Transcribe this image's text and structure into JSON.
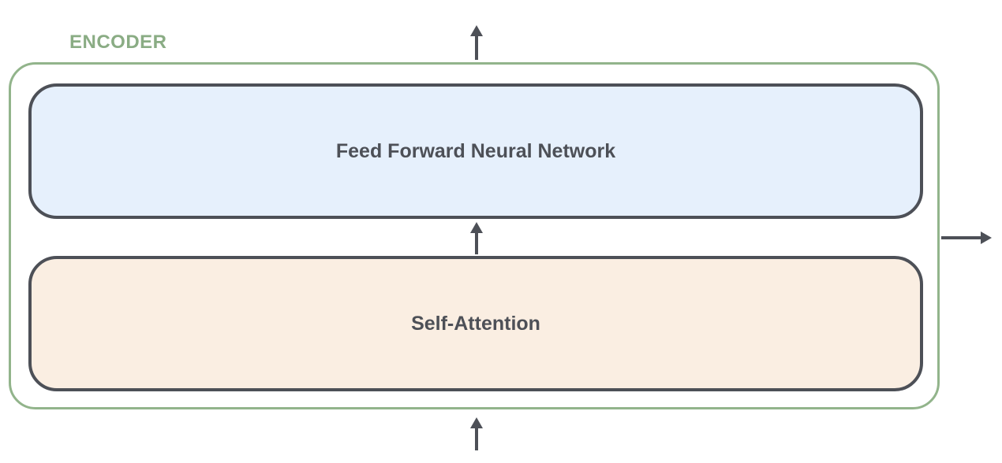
{
  "diagram": {
    "encoder_label": "ENCODER",
    "layers": {
      "feed_forward": "Feed Forward Neural Network",
      "self_attention": "Self-Attention"
    },
    "colors": {
      "encoder_border": "#92b48b",
      "encoder_label": "#8aac84",
      "layer_border": "#4d5057",
      "feed_forward_fill": "#e6f0fc",
      "self_attention_fill": "#faeee2",
      "arrow": "#4d5057"
    }
  }
}
